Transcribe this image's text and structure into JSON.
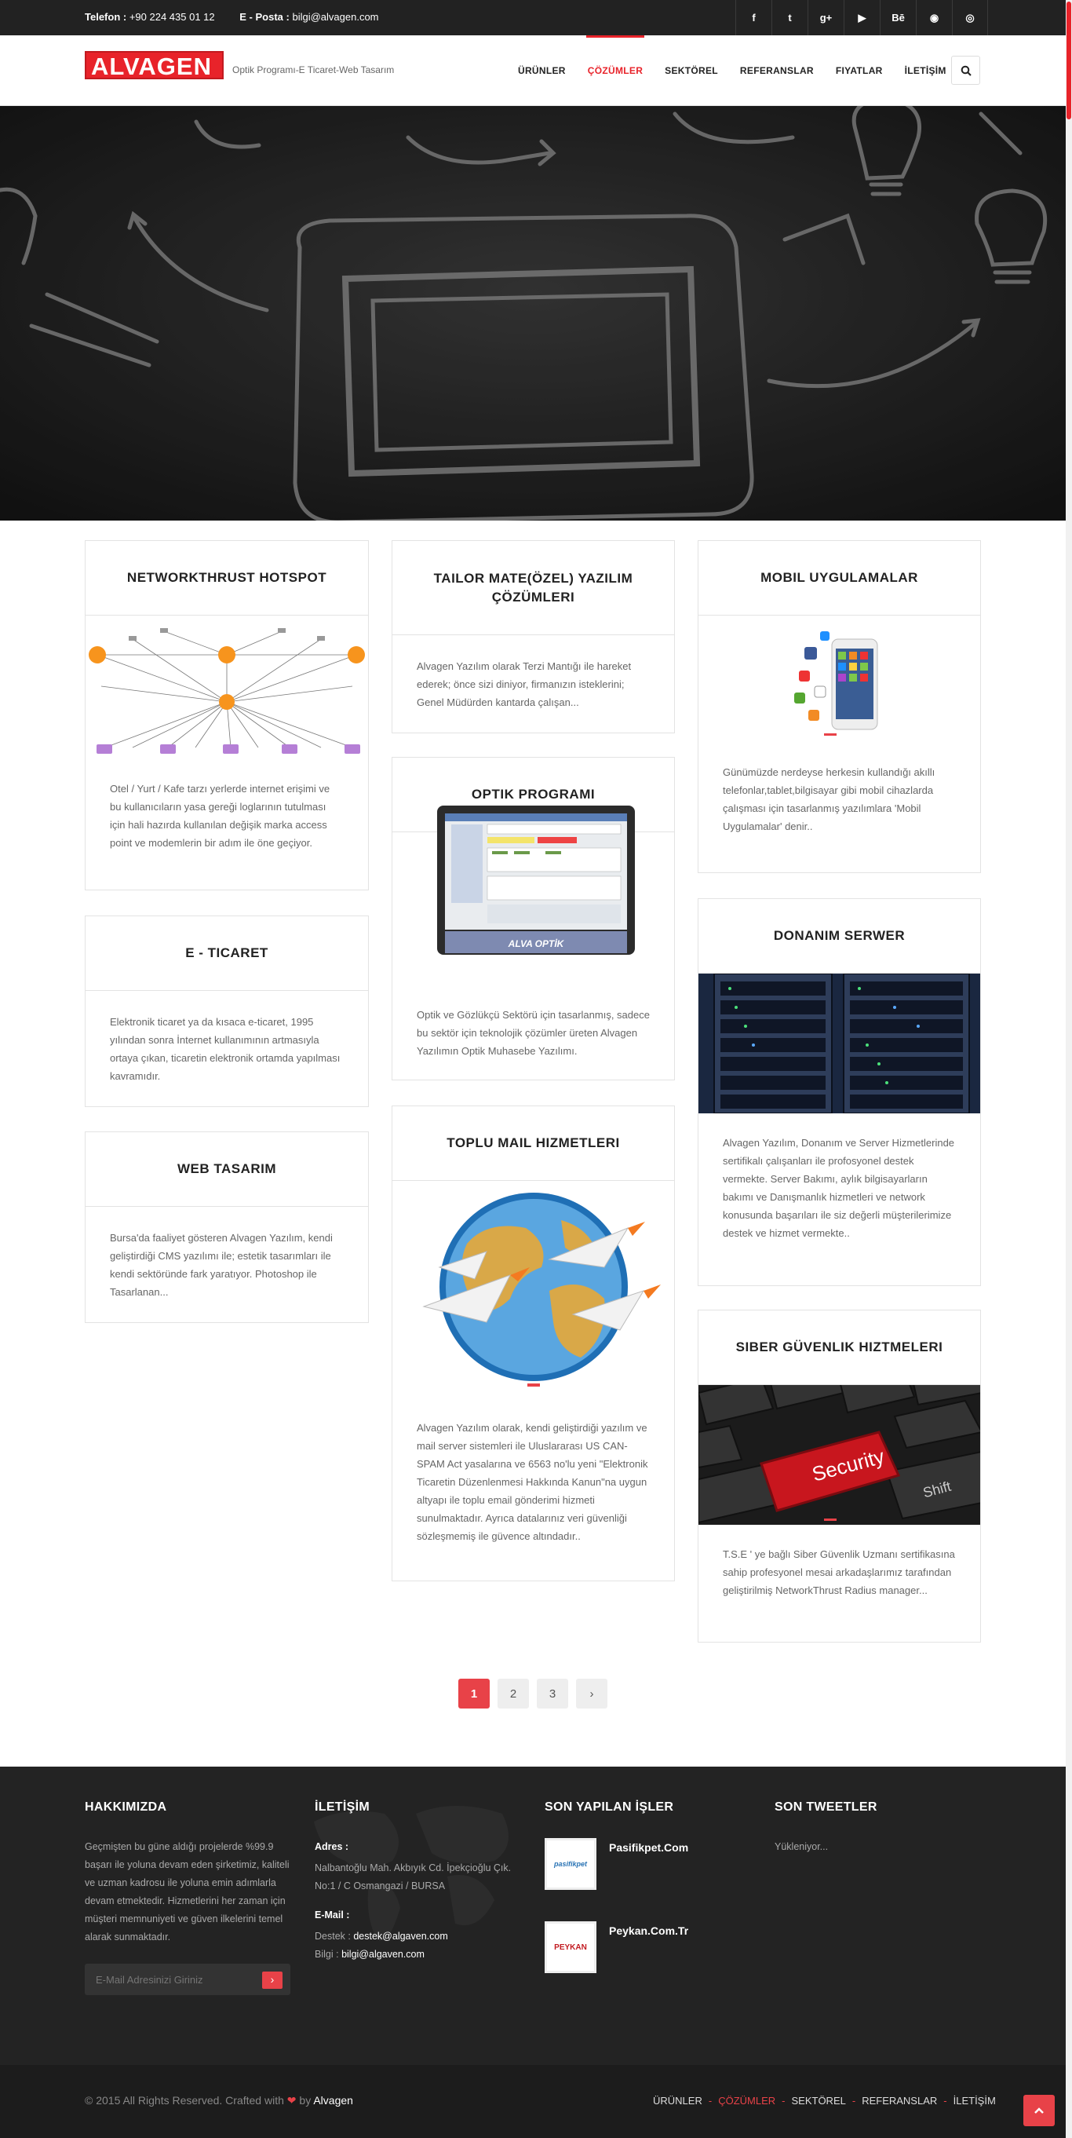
{
  "topbar": {
    "phone_label": "Telefon :",
    "phone": "+90 224 435 01 12",
    "email_label": "E - Posta :",
    "email": "bilgi@alvagen.com",
    "social": [
      "f",
      "t",
      "g+",
      "▶",
      "Bē",
      "◉",
      "◎"
    ]
  },
  "header": {
    "logo": "ALVAGEN",
    "tagline": "Optik Programı-E Ticaret-Web Tasarım",
    "nav": [
      "ÜRÜNLER",
      "ÇÖZÜMLER",
      "SEKTÖREL",
      "REFERANSLAR",
      "FIYATLAR",
      "İLETİŞİM"
    ],
    "active_nav": "ÇÖZÜMLER"
  },
  "cards": {
    "networkthrust": {
      "title": "NETWORKTHRUST HOTSPOT",
      "text": "Otel / Yurt / Kafe tarzı yerlerde internet erişimi ve bu kullanıcıların yasa gereği loglarının tutulması için hali hazırda kullanılan değişik marka access point ve modemlerin bir adım ile öne geçiyor."
    },
    "tailor": {
      "title": "TAILOR MATE(ÖZEL) YAZILIM ÇÖZÜMLERI",
      "text": "Alvagen Yazılım olarak Terzi Mantığı ile hareket ederek; önce sizi diniyor, firmanızın isteklerini; Genel Müdürden kantarda çalışan..."
    },
    "mobil": {
      "title": "MOBIL UYGULAMALAR",
      "text": "Günümüzde nerdeyse herkesin kullandığı akıllı telefonlar,tablet,bilgisayar gibi mobil cihazlarda çalışması için tasarlanmış yazılımlara 'Mobil Uygulamalar' denir.."
    },
    "optik": {
      "title": "OPTIK PROGRAMI",
      "screen_caption": "ALVA OPTİK",
      "text": "Optik ve Gözlükçü Sektörü için tasarlanmış, sadece bu sektör için teknolojik çözümler üreten Alvagen Yazılımın Optik Muhasebe Yazılımı."
    },
    "eticaret": {
      "title": "E - TICARET",
      "text": "Elektronik ticaret ya da kısaca e-ticaret, 1995 yılından sonra İnternet kullanımının artmasıyla ortaya çıkan, ticaretin elektronik ortamda yapılması kavramıdır."
    },
    "donanim": {
      "title": "DONANIM SERWER",
      "text": "Alvagen Yazılım, Donanım ve Server Hizmetlerinde sertifikalı çalışanları ile profosyonel destek vermekte. Server Bakımı, aylık bilgisayarların bakımı ve Danışmanlık hizmetleri ve network konusunda başarıları ile siz değerli müşterilerimize destek ve hizmet vermekte.."
    },
    "web": {
      "title": "WEB TASARIM",
      "text": "Bursa'da faaliyet gösteren Alvagen Yazılım, kendi geliştirdiği CMS yazılımı ile; estetik tasarımları ile kendi sektöründe fark yaratıyor. Photoshop ile Tasarlanan..."
    },
    "mail": {
      "title": "TOPLU MAIL HIZMETLERI",
      "text": "Alvagen Yazılım olarak, kendi geliştirdiği yazılım ve mail server sistemleri ile Uluslararası US CAN-SPAM Act yasalarına ve 6563 no'lu yeni \"Elektronik Ticaretin Düzenlenmesi Hakkında Kanun\"na uygun altyapı ile toplu email gönderimi hizmeti sunulmaktadır. Ayrıca datalarınız veri güvenliği sözleşmemiş ile güvence altındadır.."
    },
    "siber": {
      "title": "SIBER GÜVENLIK HIZTMELERI",
      "key_label": "Security",
      "shift_label": "Shift",
      "text": "T.S.E ' ye bağlı Siber Güvenlik Uzmanı sertifikasına sahip profesyonel mesai arkadaşlarımız tarafından geliştirilmiş NetworkThrust Radius manager..."
    }
  },
  "pager": [
    "1",
    "2",
    "3",
    "›"
  ],
  "footer": {
    "about": {
      "title": "HAKKIMIZDA",
      "text": "Geçmişten bu güne aldığı projelerde %99.9 başarı ile yoluna devam eden şirketimiz, kaliteli ve uzman kadrosu ile yoluna emin adımlarla devam etmektedir. Hizmetlerini her zaman için müşteri memnuniyeti ve güven ilkelerini temel alarak sunmaktadır.",
      "newsletter_placeholder": "E-Mail Adresinizi Giriniz"
    },
    "contact": {
      "title": "İLETİŞİM",
      "address_label": "Adres :",
      "address": "Nalbantoğlu Mah. Akbıyık Cd. İpekçioğlu Çık. No:1 / C Osmangazi / BURSA",
      "email_label": "E-Mail :",
      "support_label": "Destek :",
      "support": "destek@algaven.com",
      "info_label": "Bilgi :",
      "info": "bilgi@algaven.com"
    },
    "works": {
      "title": "SON YAPILAN İŞLER",
      "items": [
        {
          "name": "Pasifikpet.Com",
          "logo": "pasifikpet"
        },
        {
          "name": "Peykan.Com.Tr",
          "logo": "PEYKAN"
        }
      ]
    },
    "tweets": {
      "title": "SON TWEETLER",
      "text": "Yükleniyor..."
    }
  },
  "bottom": {
    "copyright": "© 2015 All Rights Reserved. Crafted with",
    "by": "by",
    "brand": "Alvagen",
    "links": [
      "ÜRÜNLER",
      "ÇÖZÜMLER",
      "SEKTÖREL",
      "REFERANSLAR",
      "İLETİŞİM"
    ]
  }
}
